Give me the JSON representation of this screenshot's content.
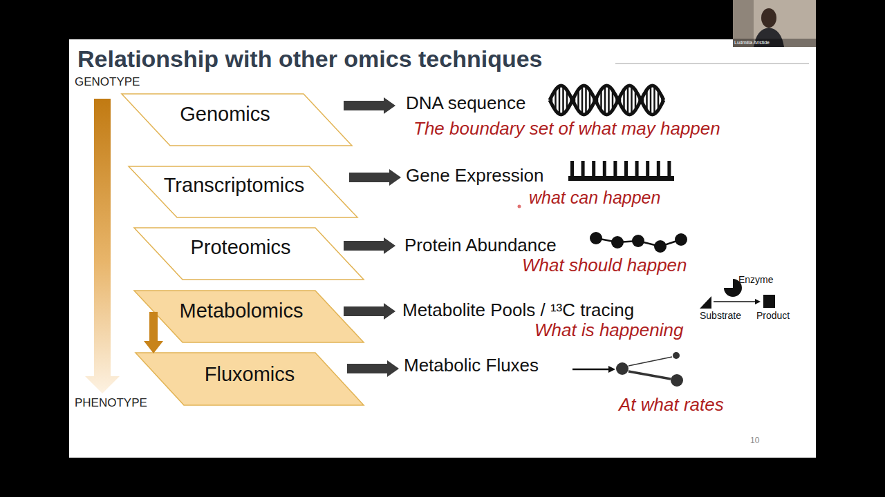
{
  "diagram": {
    "title": "Relationship with other omics techniques",
    "nodes": [
      {
        "text": [
          "Genomics"
        ]
      },
      {
        "text": [
          "Transcriptomics"
        ]
      },
      {
        "text": [
          "Proteomics"
        ]
      },
      {
        "text": [
          "Metabolomics"
        ]
      },
      {
        "text": [
          "Fluxomics"
        ]
      }
    ],
    "edges": [
      {
        "from": 3,
        "to": 4,
        "arrow": "to"
      }
    ],
    "labels": [
      "Ludmilla Aristide",
      "GENOTYPE",
      "DNA sequence",
      "The boundary set of what may happen",
      "Gene Expression",
      "what can happen",
      "Protein Abundance",
      "What should happen",
      "Enzyme",
      "Metabolite Pools / ¹³C tracing",
      "Substrate",
      "Product",
      "What is happening",
      "Metabolic Fluxes",
      "PHENOTYPE",
      "At what rates",
      "10"
    ]
  }
}
